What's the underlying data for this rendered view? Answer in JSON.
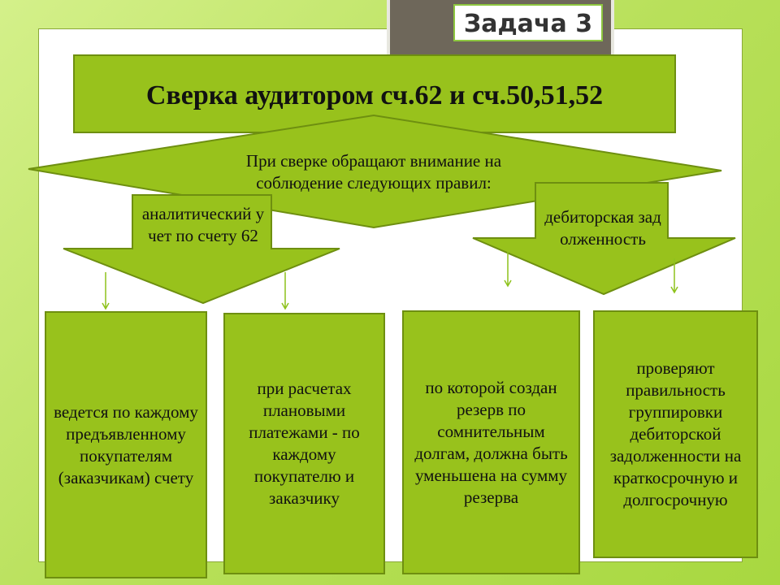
{
  "title_badge": "Задача 3",
  "header": "Сверка  аудитором сч.62 и сч.50,51,52",
  "diamond_text": "При сверке обращают внимание на соблюдение следующих правил:",
  "left_arrow": "аналитический учет по счету 62",
  "right_arrow": "дебиторская задолженность",
  "boxes": [
    "ведется по каждому предъявленному покупателям (заказчикам) счету",
    "при расчетах плановыми платежами - по каждому покупателю и заказчику",
    "по которой создан резерв по сомнительным долгам, должна быть уменьшена на сумму резерва",
    "проверяют правильность группировки дебиторской задолженности на краткосрочную и долгосрочную"
  ],
  "colors": {
    "fill": "#98c21c",
    "border": "#6e8f10",
    "badge": "#6e675a"
  }
}
